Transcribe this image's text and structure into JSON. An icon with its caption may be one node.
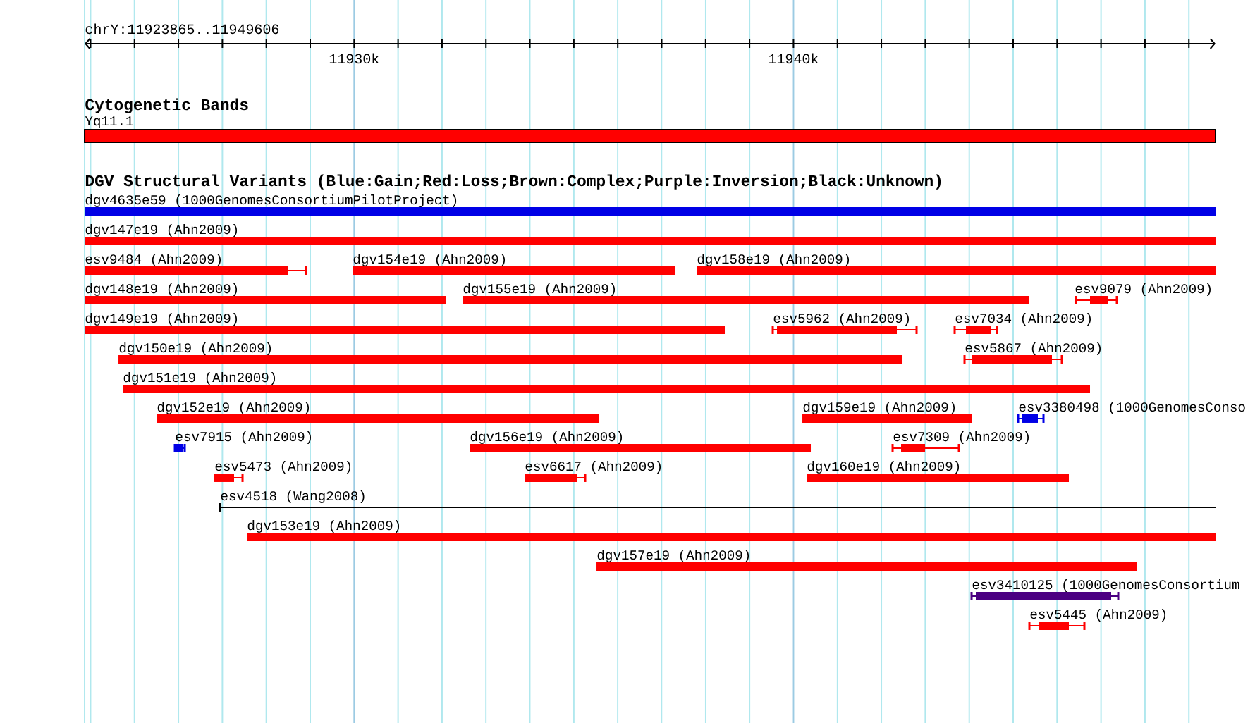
{
  "diagram": {
    "nodes": [
      {
        "text": [
          "Yq11.1"
        ]
      },
      {
        "text": [
          "dgv4635e59 (1000GenomesConsortiumPilotProject)"
        ]
      },
      {
        "text": [
          "dgv147e19 (Ahn2009)"
        ]
      },
      {
        "text": [
          "esv9484 (Ahn2009)"
        ]
      },
      {
        "text": [
          "dgv154e19 (Ahn2009)"
        ]
      },
      {
        "text": [
          "dgv158e19 (Ahn2009)"
        ]
      },
      {
        "text": [
          "dgv148e19 (Ahn2009)"
        ]
      },
      {
        "text": [
          "dgv155e19 (Ahn2009)"
        ]
      },
      {
        "text": [
          "esv9079 (Ahn2009)"
        ]
      },
      {
        "text": [
          "dgv149e19 (Ahn2009)"
        ]
      },
      {
        "text": [
          "esv5962 (Ahn2009)"
        ]
      },
      {
        "text": [
          "esv7034 (Ahn2009)"
        ]
      },
      {
        "text": [
          "dgv150e19 (Ahn2009)"
        ]
      },
      {
        "text": [
          "esv5867 (Ahn2009)"
        ]
      },
      {
        "text": [
          "dgv151e19 (Ahn2009)"
        ]
      },
      {
        "text": [
          "dgv152e19 (Ahn2009)"
        ]
      },
      {
        "text": [
          "dgv159e19 (Ahn2009)"
        ]
      },
      {
        "text": [
          "esv3380498 (1000GenomesConso"
        ]
      },
      {
        "text": [
          "esv7915 (Ahn2009)"
        ]
      },
      {
        "text": [
          "dgv156e19 (Ahn2009)"
        ]
      },
      {
        "text": [
          "esv7309 (Ahn2009)"
        ]
      },
      {
        "text": [
          "esv5473 (Ahn2009)"
        ]
      },
      {
        "text": [
          "esv6617 (Ahn2009)"
        ]
      },
      {
        "text": [
          "dgv160e19 (Ahn2009)"
        ]
      },
      {
        "text": [
          "esv4518 (Wang2008)"
        ]
      },
      {
        "text": [
          "dgv153e19 (Ahn2009)"
        ]
      },
      {
        "text": [
          "dgv157e19 (Ahn2009)"
        ]
      },
      {
        "text": [
          "esv3410125 (1000GenomesConsortium"
        ]
      },
      {
        "text": [
          "esv5445 (Ahn2009)"
        ]
      }
    ],
    "labels": [
      "chrY:11923865..11949606",
      "11930k",
      "11940k",
      "Cytogenetic Bands",
      "DGV Structural Variants (Blue:Gain;Red:Loss;Brown:Complex;Purple:Inversion;Black:Unknown)"
    ]
  }
}
